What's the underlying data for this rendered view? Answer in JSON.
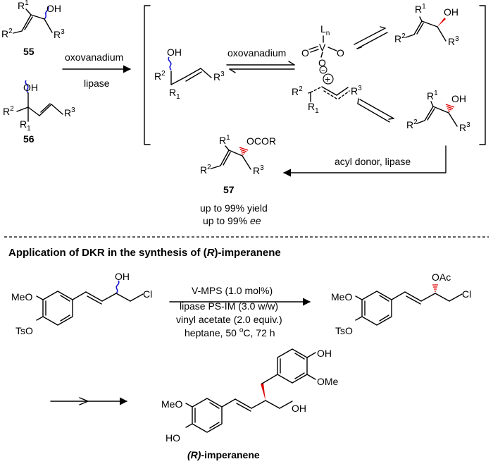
{
  "top_scheme": {
    "compound_55": "55",
    "compound_56": "56",
    "compound_57": "57",
    "arrow1_top": "oxovanadium",
    "arrow1_bottom": "lipase",
    "eq_label": "oxovanadium",
    "acyl_label": "acyl donor,  lipase",
    "yield_line": "up to 99% yield",
    "ee_prefix": "up to 99% ",
    "ee_italic": "ee",
    "oh": "OH",
    "ocor": "OCOR",
    "r1": "R",
    "r2": "R",
    "r3": "R",
    "sup1": "1",
    "sup2": "2",
    "sup3": "3",
    "sub1": "1",
    "vanadium": "V",
    "oxygen": "O",
    "ligand": "L",
    "ligand_sub": "n",
    "plus": "+",
    "minus": "−"
  },
  "bottom_scheme": {
    "heading_pre": "Application of DKR in the synthesis of (",
    "heading_r": "R",
    "heading_post": ")-imperanene",
    "cond1": "V-MPS (1.0 mol%)",
    "cond2": "lipase PS-IM (3.0 w/w)",
    "cond3": "vinyl acetate (2.0 equiv.)",
    "cond4_pre": "heptane, 50 ",
    "cond4_sup": "o",
    "cond4_post": "C, 72 h",
    "meo": "MeO",
    "tso": "TsO",
    "oh": "OH",
    "oac": "OAc",
    "cl": "Cl",
    "ome": "OMe",
    "ho": "HO",
    "product_r": "(R)",
    "product_name": "-imperanene"
  }
}
